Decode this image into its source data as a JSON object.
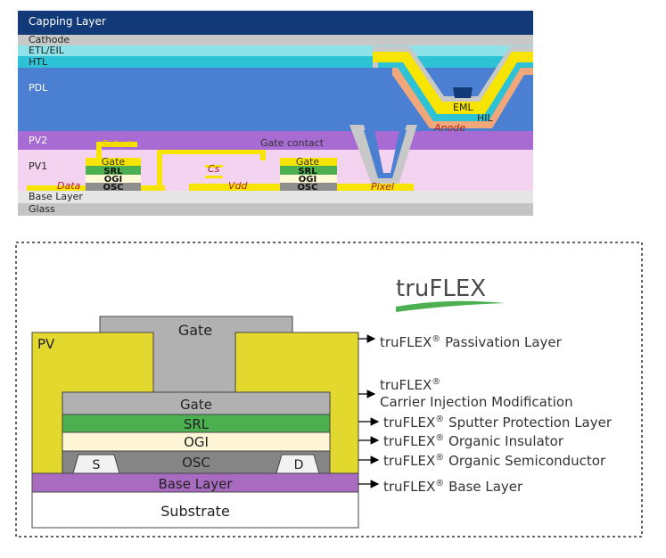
{
  "top_stack": {
    "layers": {
      "capping": "Capping Layer",
      "cathode": "Cathode",
      "etl": "ETL/EIL",
      "htl": "HTL",
      "pdl": "PDL",
      "pv2": "PV2",
      "pv1": "PV1",
      "base": "Base Layer",
      "glass": "Glass"
    },
    "labels": {
      "eml": "EML",
      "hil": "HIL",
      "anode": "Anode",
      "select": "Select",
      "gate_contact": "Gate contact",
      "cs": "Cs",
      "data": "Data",
      "vdd": "Vdd",
      "pixel": "Pixel"
    },
    "tft": {
      "gate": "Gate",
      "srl": "SRL",
      "ogi": "OGI",
      "osc": "OSC"
    },
    "colors": {
      "capping": "#123a78",
      "cathode": "#c8c8c8",
      "etl": "#8ee3ea",
      "htl": "#2ec2d6",
      "pdl": "#4a7fd1",
      "pv2": "#a86bd3",
      "pv1": "#f4d3f0",
      "metal": "#f7e400",
      "anode": "#f0a77a",
      "base": "#e6e6e6",
      "glass": "#c4c4c4",
      "srl": "#4caf50",
      "ogi": "#fff9d6",
      "osc": "#8e8e8e"
    }
  },
  "bottom": {
    "logo": {
      "tru": "tru",
      "flex": "FLEX"
    },
    "layers": {
      "pv": "PV",
      "gate_top": "Gate",
      "gate": "Gate",
      "srl": "SRL",
      "ogi": "OGI",
      "osc": "OSC",
      "s": "S",
      "d": "D",
      "base": "Base Layer",
      "substrate": "Substrate"
    },
    "annotations": {
      "brand": "truFLEX",
      "reg": "®",
      "passivation": " Passivation Layer",
      "cim_line2": "Carrier Injection Modification",
      "sputter": " Sputter Protection Layer",
      "organic_insulator": " Organic Insulator",
      "organic_semiconductor": " Organic Semiconductor",
      "base_layer": " Base Layer"
    },
    "colors": {
      "pv": "#e3d92e",
      "gate": "#b1b1b1",
      "srl": "#4caf50",
      "ogi": "#fff6d8",
      "osc": "#858585",
      "base": "#a86bc0",
      "substrate": "#ffffff"
    }
  }
}
